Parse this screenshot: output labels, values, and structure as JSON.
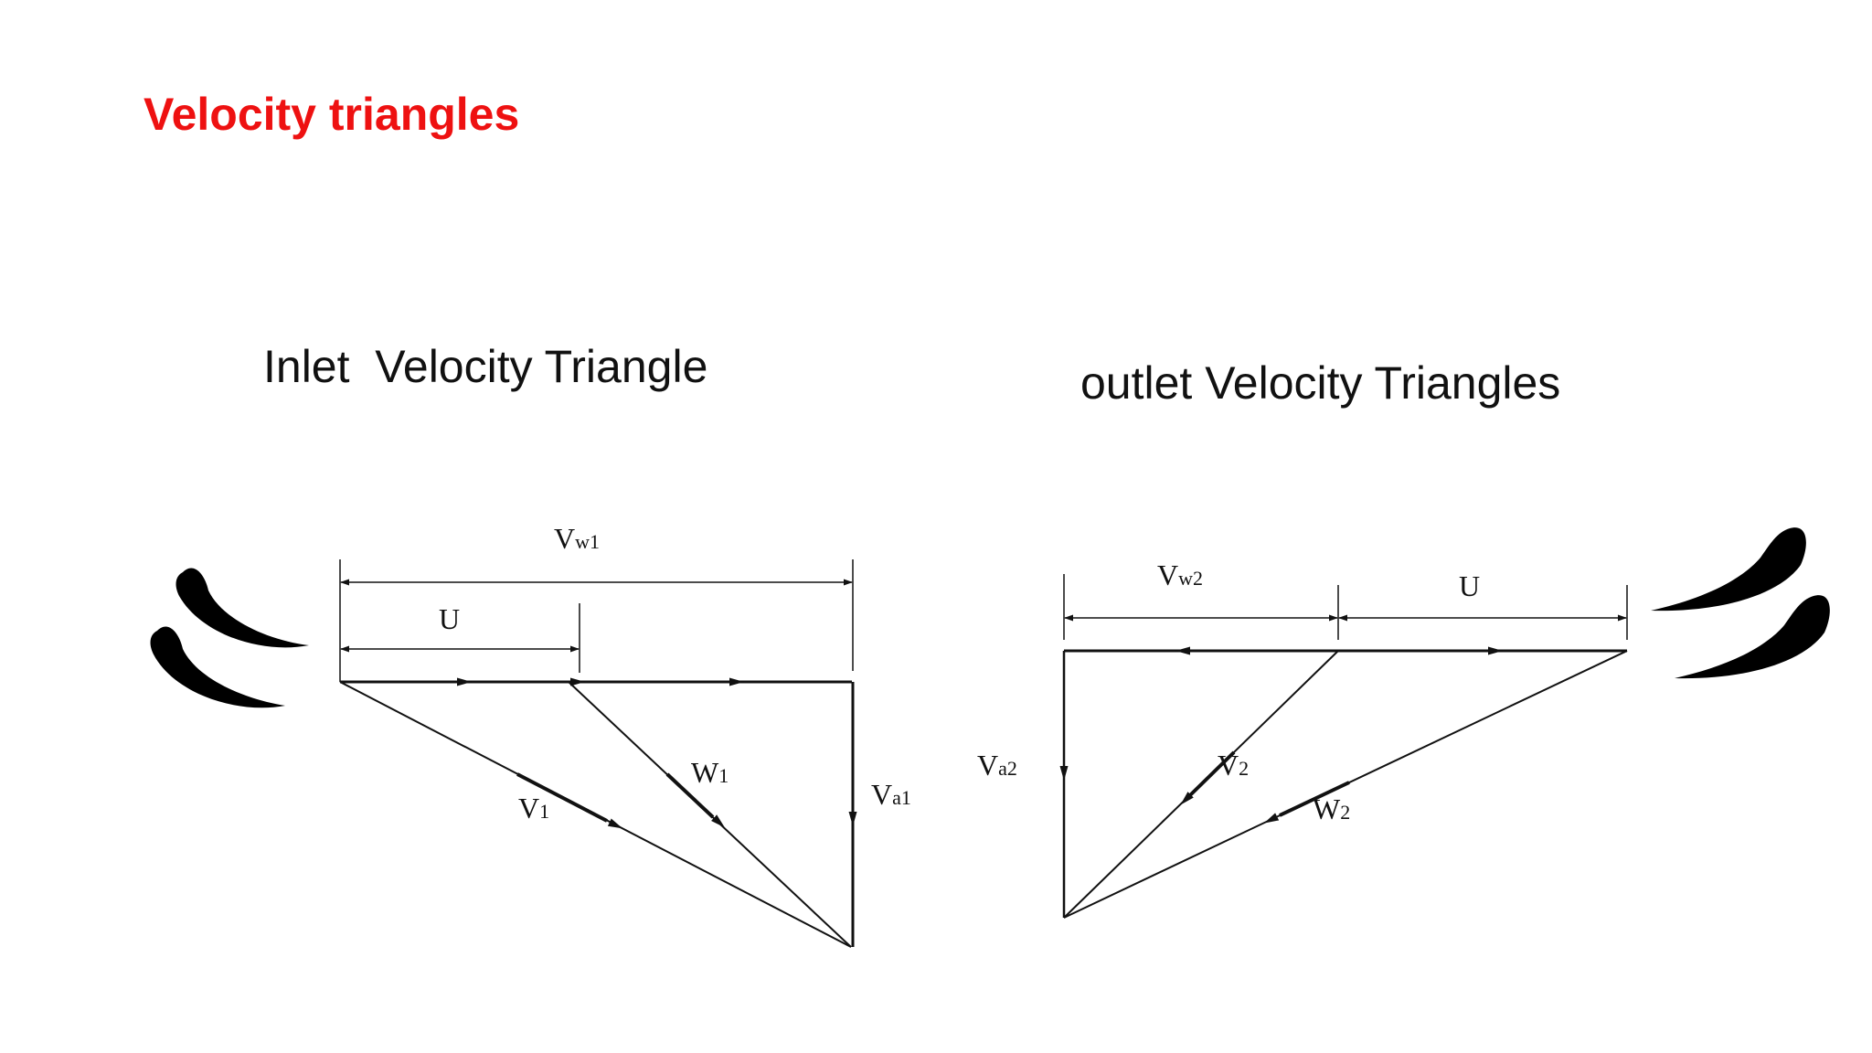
{
  "title": "Velocity triangles",
  "inlet": {
    "title": "Inlet  Velocity Triangle",
    "labels": {
      "vw_main": "V",
      "vw_sub": "w1",
      "u": "U",
      "w_main": "W",
      "w_sub": "1",
      "v_main": "V",
      "v_sub": "1",
      "va_main": "V",
      "va_sub": "a1"
    }
  },
  "outlet": {
    "title": "outlet Velocity Triangles",
    "labels": {
      "vw_main": "V",
      "vw_sub": "w2",
      "u": "U",
      "va_main": "V",
      "va_sub": "a2",
      "v_main": "V",
      "v_sub": "2",
      "w_main": "W",
      "w_sub": "2"
    }
  },
  "colors": {
    "title": "#ee1111",
    "ink": "#111111",
    "background": "#ffffff"
  }
}
